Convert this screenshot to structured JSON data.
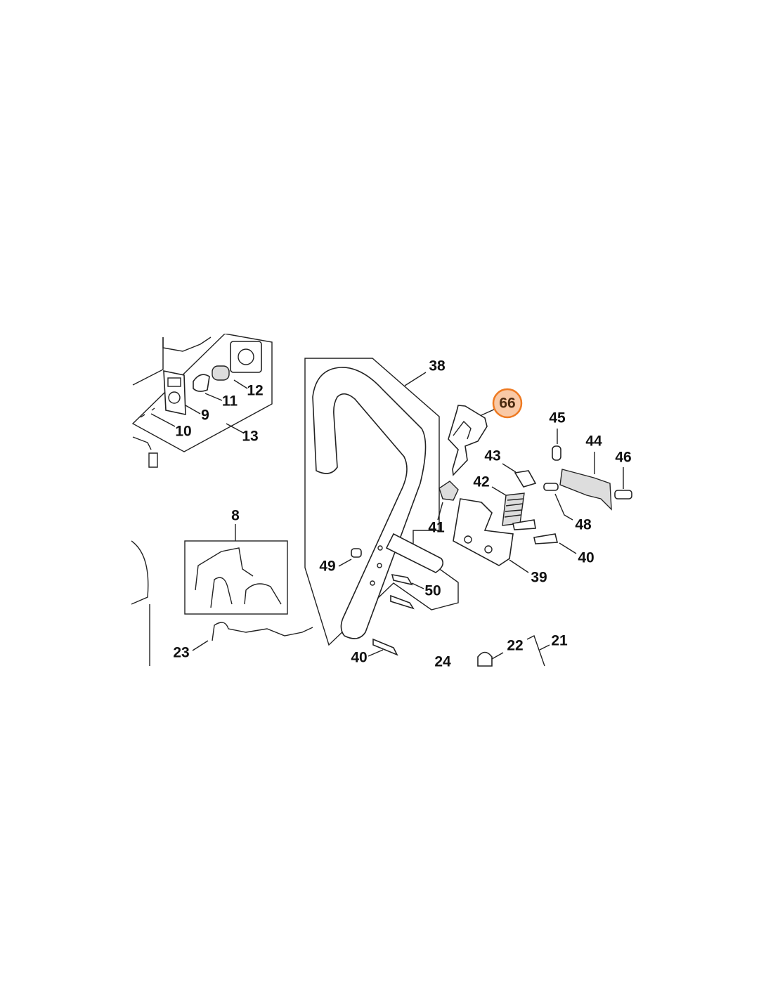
{
  "diagram": {
    "highlight_color": "#ee7a22",
    "highlight_fill": "#f9c9a6",
    "labels": [
      "38",
      "66",
      "45",
      "44",
      "46",
      "43",
      "42",
      "41",
      "48",
      "40",
      "39",
      "49",
      "50",
      "40",
      "24",
      "22",
      "21",
      "23",
      "8",
      "13",
      "12",
      "11",
      "9",
      "10"
    ],
    "selected_label": "66"
  }
}
